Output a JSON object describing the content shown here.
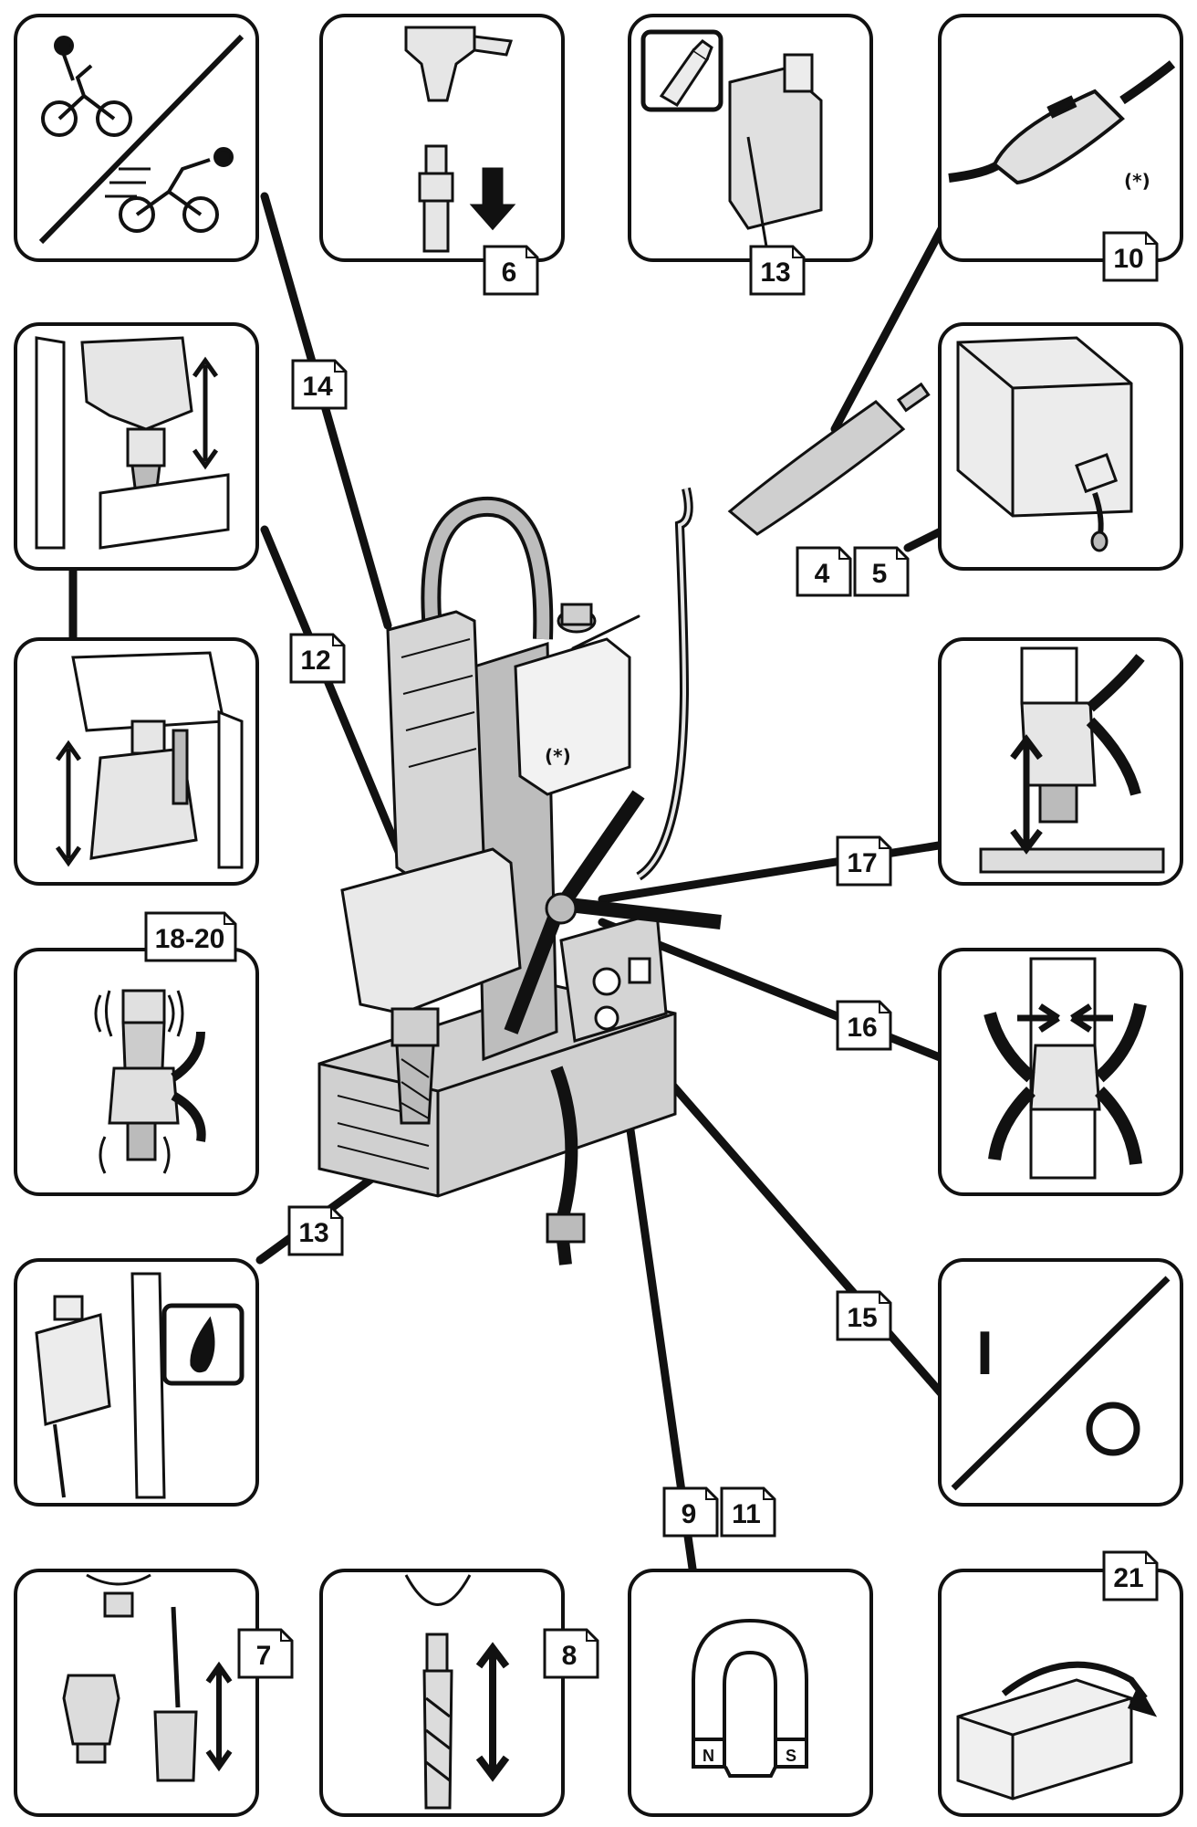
{
  "diagram": {
    "panels": [
      {
        "key": "14",
        "icon": "speed-cyclist-icon"
      },
      {
        "key": "6",
        "icon": "arbor-insert-icon"
      },
      {
        "key": "13",
        "icon": "coolant-bottle-icon"
      },
      {
        "key": "10",
        "icon": "prcd-plug-icon"
      },
      {
        "key": "12",
        "icon": "drill-up-down-icon"
      },
      {
        "key": "5",
        "icon": "oil-canister-icon"
      },
      {
        "key": "17",
        "icon": "depth-stroke-icon"
      },
      {
        "key": "18-20",
        "icon": "vibrating-drill-icon"
      },
      {
        "key": "16",
        "icon": "handle-switch-side-icon"
      },
      {
        "key": "13b",
        "icon": "coolant-drop-icon"
      },
      {
        "key": "15",
        "icon": "on-off-switch-icon"
      },
      {
        "key": "7",
        "icon": "chuck-cutter-icon"
      },
      {
        "key": "8",
        "icon": "twist-drill-icon"
      },
      {
        "key": "9",
        "icon": "magnet-icon"
      },
      {
        "key": "21",
        "icon": "box-flip-icon"
      }
    ],
    "labels": {
      "l14": "14",
      "l6": "6",
      "l13a": "13",
      "l10": "10",
      "l12": "12",
      "l4": "4",
      "l5": "5",
      "l17": "17",
      "l1820": "18-20",
      "l16": "16",
      "l13b": "13",
      "l15": "15",
      "l9": "9",
      "l11": "11",
      "l7": "7",
      "l8": "8",
      "l21": "21"
    },
    "star_note": "(*)",
    "star_note_machine": "(*)",
    "switch_on_symbol": "I",
    "switch_off_symbol": "O",
    "magnet_north": "N",
    "magnet_south": "S",
    "colors": {
      "line": "#111111",
      "panel_bg": "#ffffff",
      "machine_shade": "#d9d9d9"
    }
  }
}
